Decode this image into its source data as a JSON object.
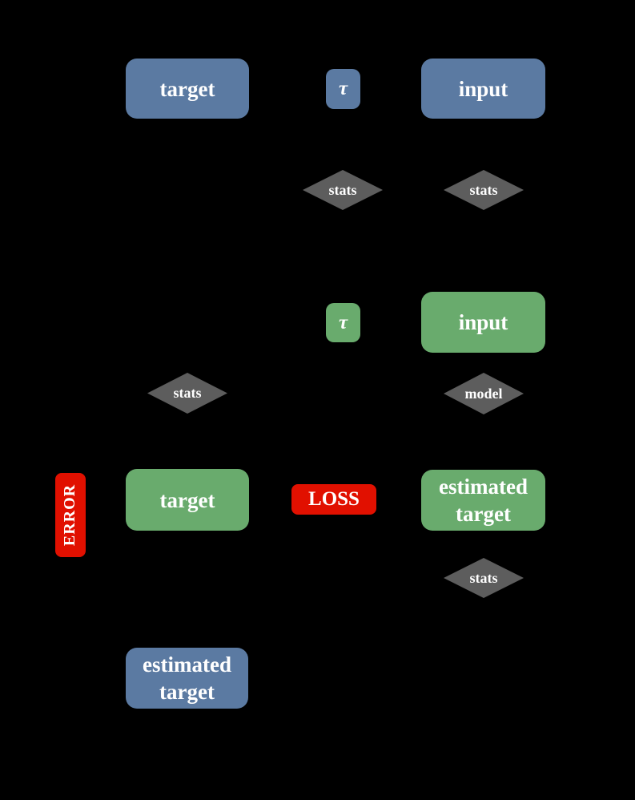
{
  "colors": {
    "background": "#000000",
    "blue_box": "#5b7aa2",
    "green_box": "#69ab6d",
    "gray_diamond": "#5d5d5d",
    "red_badge": "#e11000",
    "text": "#ffffff"
  },
  "nodes": {
    "target_top": {
      "label": "target"
    },
    "tau_top": {
      "label": "τ"
    },
    "input_top": {
      "label": "input"
    },
    "stats_tau": {
      "label": "stats"
    },
    "stats_input": {
      "label": "stats"
    },
    "tau_mid": {
      "label": "τ"
    },
    "input_mid": {
      "label": "input"
    },
    "stats_target": {
      "label": "stats"
    },
    "model": {
      "label": "model"
    },
    "target_mid": {
      "label": "target"
    },
    "loss": {
      "label": "LOSS"
    },
    "error": {
      "label": "ERROR"
    },
    "estimated_target_mid": {
      "line1": "estimated",
      "line2": "target"
    },
    "stats_estimated": {
      "label": "stats"
    },
    "estimated_target_bottom": {
      "line1": "estimated",
      "line2": "target"
    }
  }
}
